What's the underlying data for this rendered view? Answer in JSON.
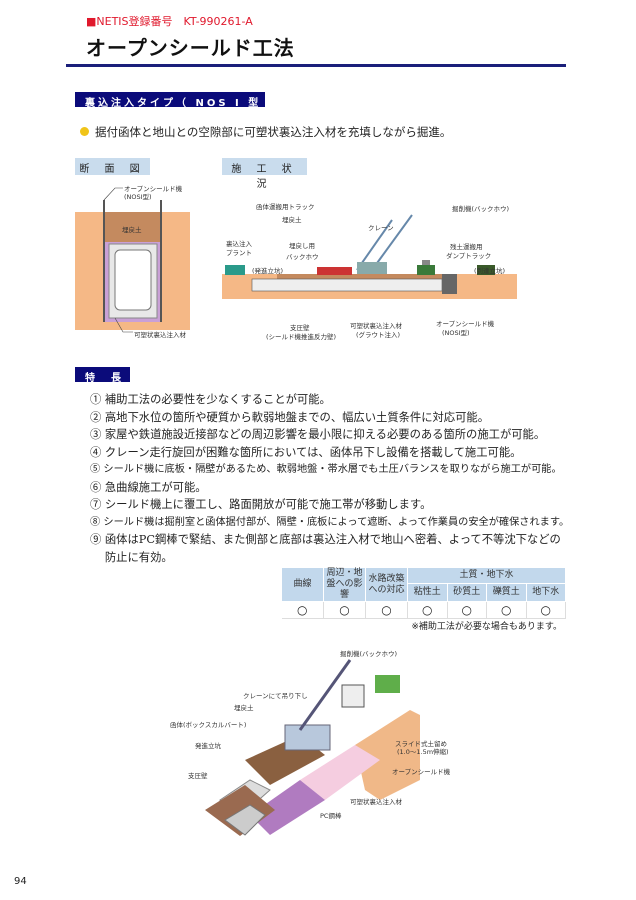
{
  "header": {
    "netis": "■NETIS登録番号　KT-990261-A",
    "title": "オープンシールド工法"
  },
  "section1": {
    "label": "裏込注入タイプ（ NOS Ⅰ 型 ）",
    "bullet": "据付函体と地山との空隙部に可塑状裏込注入材を充填しながら掘進。"
  },
  "cross_section": {
    "label": "断 面 図",
    "callouts": [
      "オープンシールド機",
      "(NOSⅠ型)",
      "埋戻土",
      "可塑状裏込注入材"
    ]
  },
  "site": {
    "label": "施 工 状 況",
    "callouts": [
      "函体運搬用トラック",
      "埋戻土",
      "クレーン",
      "掘削機(バックホウ)",
      "裏込注入",
      "プラント",
      "埋戻し用",
      "バックホウ",
      "残土運搬用",
      "ダンプトラック",
      "(発進立坑)",
      "(到達立坑)",
      "支圧壁",
      "(シールド機推進反力壁)",
      "可塑状裏込注入材",
      "(グラウト注入)",
      "オープンシールド機",
      "(NOSⅠ型)"
    ]
  },
  "features": {
    "label": "特　長",
    "items": [
      "① 補助工法の必要性を少なくすることが可能。",
      "② 高地下水位の箇所や硬質から軟弱地盤までの、幅広い土質条件に対応可能。",
      "③ 家屋や鉄道施設近接部などの周辺影響を最小限に抑える必要のある箇所の施工が可能。",
      "④ クレーン走行旋回が困難な箇所においては、函体吊下し設備を搭載して施工可能。",
      "⑤ シールド機に底板・隔壁があるため、軟弱地盤・帯水層でも土圧バランスを取りながら施工が可能。",
      "⑥ 急曲線施工が可能。",
      "⑦ シールド機上に覆工し、路面開放が可能で施工帯が移動します。",
      "⑧ シールド機は掘削室と函体据付部が、隔壁・底板によって遮断、よって作業員の安全が確保されます。",
      "⑨ 函体はPC鋼棒で緊結、また側部と底部は裏込注入材で地山へ密着、よって不等沈下などの",
      "　 防止に有効。"
    ]
  },
  "table": {
    "headers": [
      "曲線",
      "周辺・地盤への影響",
      "水路改築への対応",
      "土質・地下水"
    ],
    "sub_headers": [
      "粘性土",
      "砂質土",
      "礫質土",
      "地下水"
    ],
    "row": [
      "○",
      "○",
      "○",
      "○",
      "○",
      "○",
      "○"
    ],
    "note": "※補助工法が必要な場合もあります。"
  },
  "illustration": {
    "callouts": [
      "掘削機(バックホウ)",
      "クレーンにて吊り下し",
      "埋戻土",
      "函体(ボックスカルバート)",
      "発進立坑",
      "支圧壁",
      "スライド式土留め",
      "(1.0〜1.5m伸縮)",
      "オープンシールド機",
      "可塑状裏込注入材",
      "PC鋼棒"
    ]
  },
  "page_number": "94"
}
